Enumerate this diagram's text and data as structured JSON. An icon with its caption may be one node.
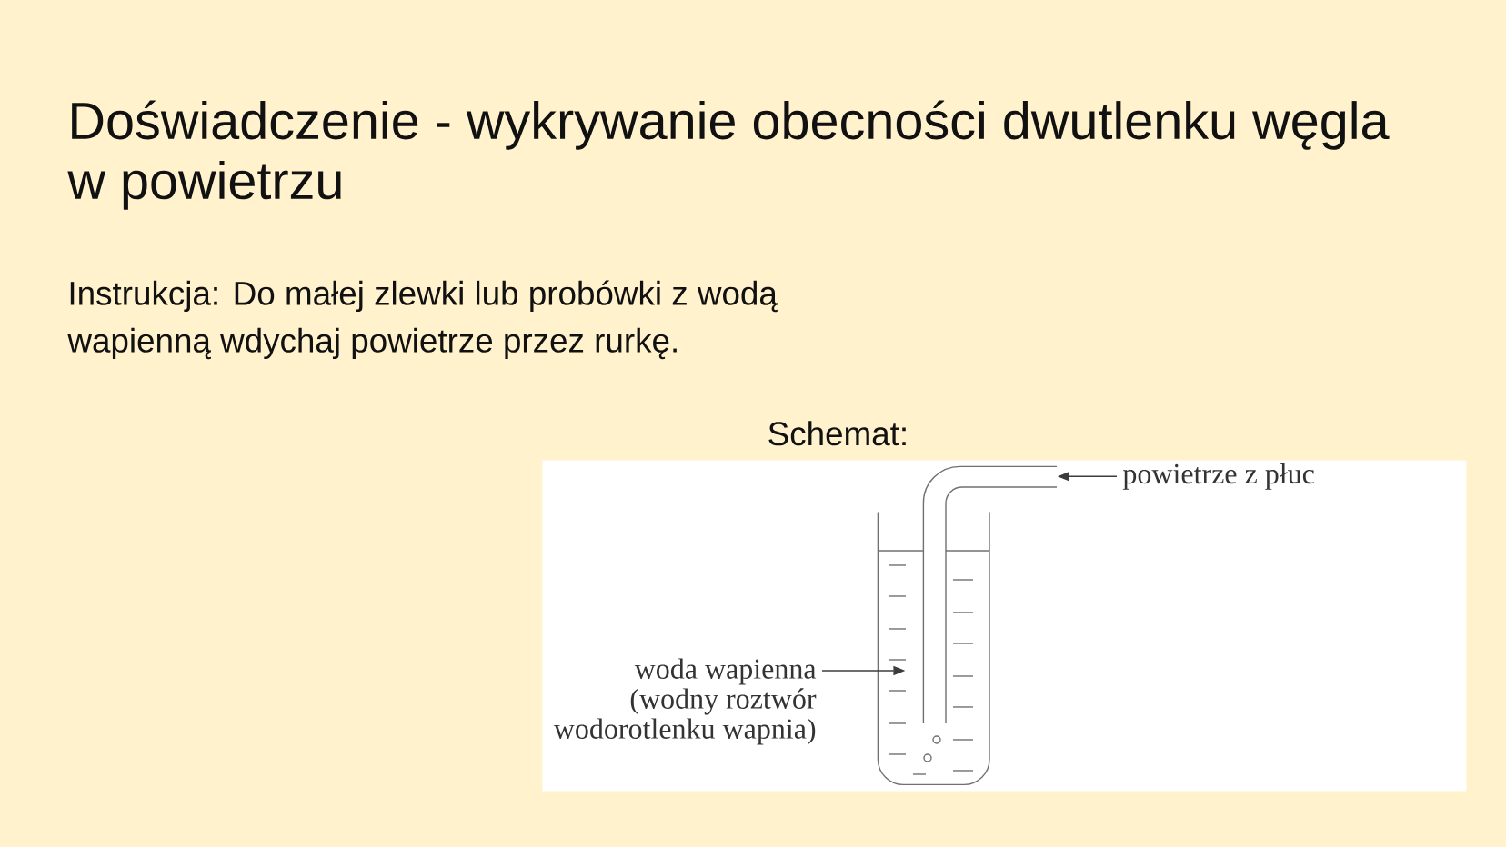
{
  "diagram": {
    "title": "Doświadczenie - wykrywanie obecności dwutlenku węgla w powietrzu",
    "nodes": [
      {
        "text": [
          "Schemat:"
        ]
      },
      {
        "text": [
          "powietrze z płuc"
        ],
        "in": 0
      },
      {
        "text": [],
        "shape": "picture",
        "in": 0
      },
      {
        "text": [
          "woda wapienna (wodny roztwór wodorotlenku wapnia)"
        ],
        "in": 0
      },
      {
        "text": [],
        "shape": "picture",
        "in": 0
      }
    ],
    "edges": [
      {
        "from": 1,
        "to": 2,
        "arrow": "to"
      },
      {
        "from": 3,
        "to": 4,
        "arrow": "to"
      }
    ],
    "labels": [
      "Instrukcja: Do małej zlewki lub probówki z wodą wapienną wdychaj powietrze przez rurkę."
    ]
  }
}
